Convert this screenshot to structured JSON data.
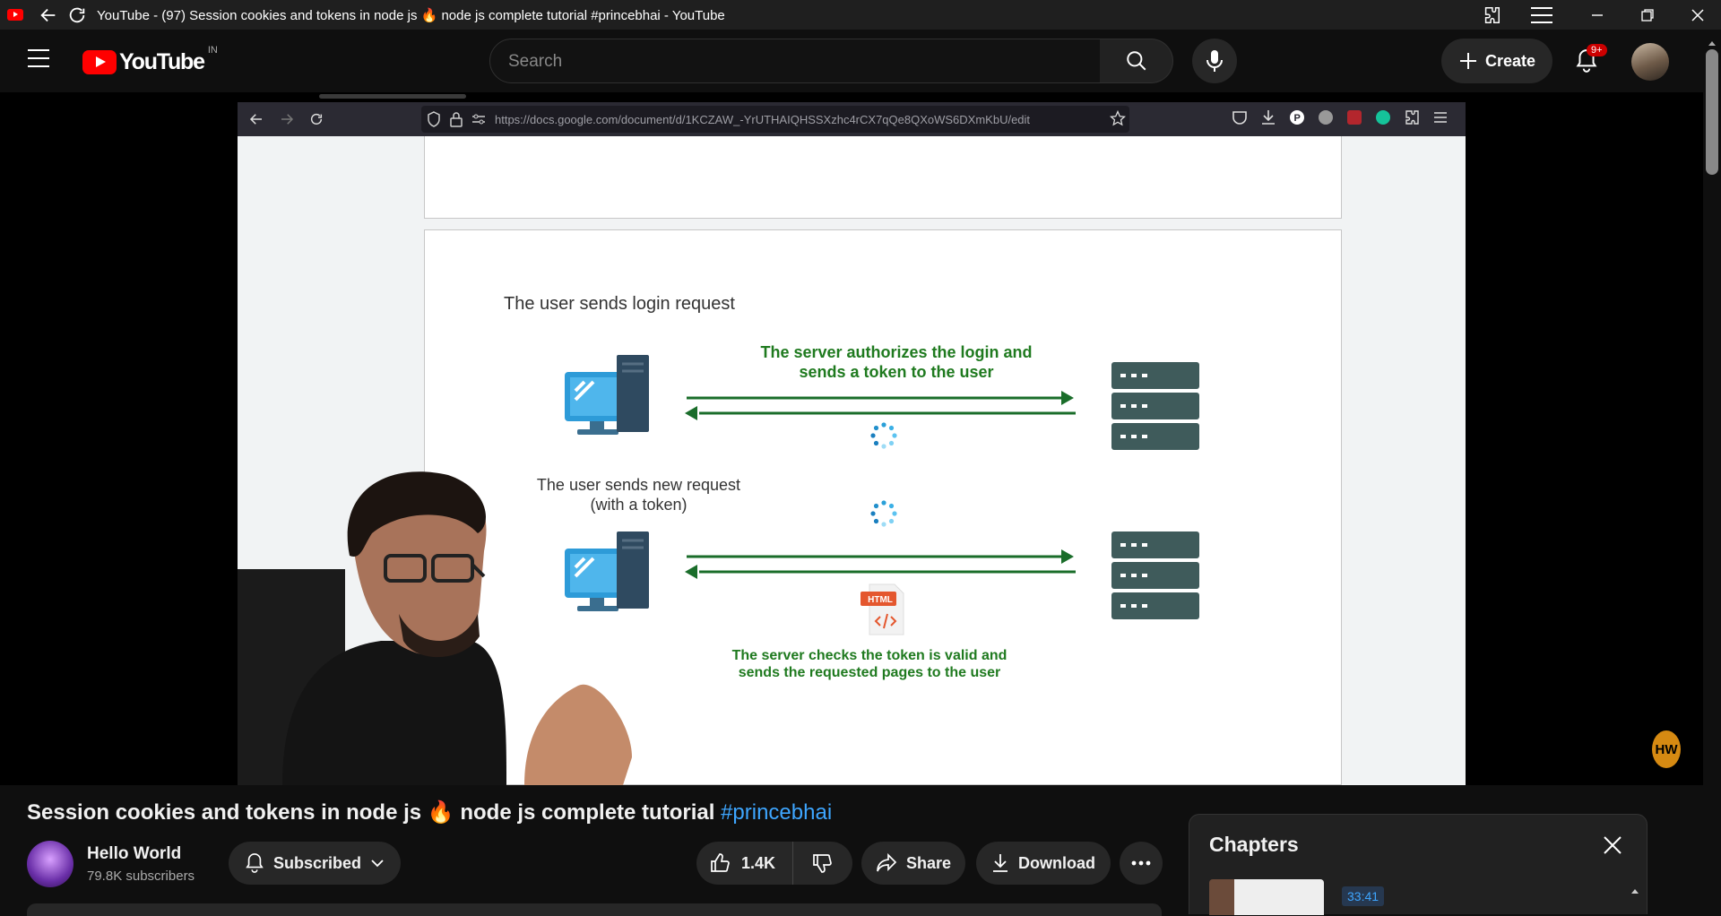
{
  "window": {
    "title": "YouTube - (97) Session cookies and tokens in node js 🔥 node js complete tutorial #princebhai - YouTube"
  },
  "masthead": {
    "logo_text": "YouTube",
    "region": "IN",
    "search_placeholder": "Search",
    "create_label": "Create",
    "notification_count": "9+"
  },
  "inner_browser": {
    "url": "https://docs.google.com/document/d/1KCZAW_-YrUTHAIQHSSXzhc4rCX7qQe8QXoWS6DXmKbU/edit"
  },
  "diagram": {
    "step1_label": "The user sends login request",
    "server_auth_line1": "The server authorizes the login and",
    "server_auth_line2": "sends a token to the user",
    "step2_line1": "The user sends new request",
    "step2_line2": "(with a token)",
    "html_badge": "HTML",
    "server_check_line1": "The server checks the token is valid and",
    "server_check_line2": "sends the requested pages to the user",
    "watermark": "HW"
  },
  "video": {
    "title_main": "Session cookies and tokens in node js 🔥 node js complete tutorial",
    "title_tag": "#princebhai"
  },
  "channel": {
    "name": "Hello World",
    "subscribers": "79.8K subscribers",
    "subscribed_label": "Subscribed"
  },
  "actions": {
    "likes": "1.4K",
    "share_label": "Share",
    "download_label": "Download"
  },
  "chapters": {
    "title": "Chapters",
    "first_time": "33:41"
  },
  "colors": {
    "youtube_red": "#ff0000",
    "link_blue": "#3ea6ff",
    "diagram_green": "#1f7a1f"
  }
}
